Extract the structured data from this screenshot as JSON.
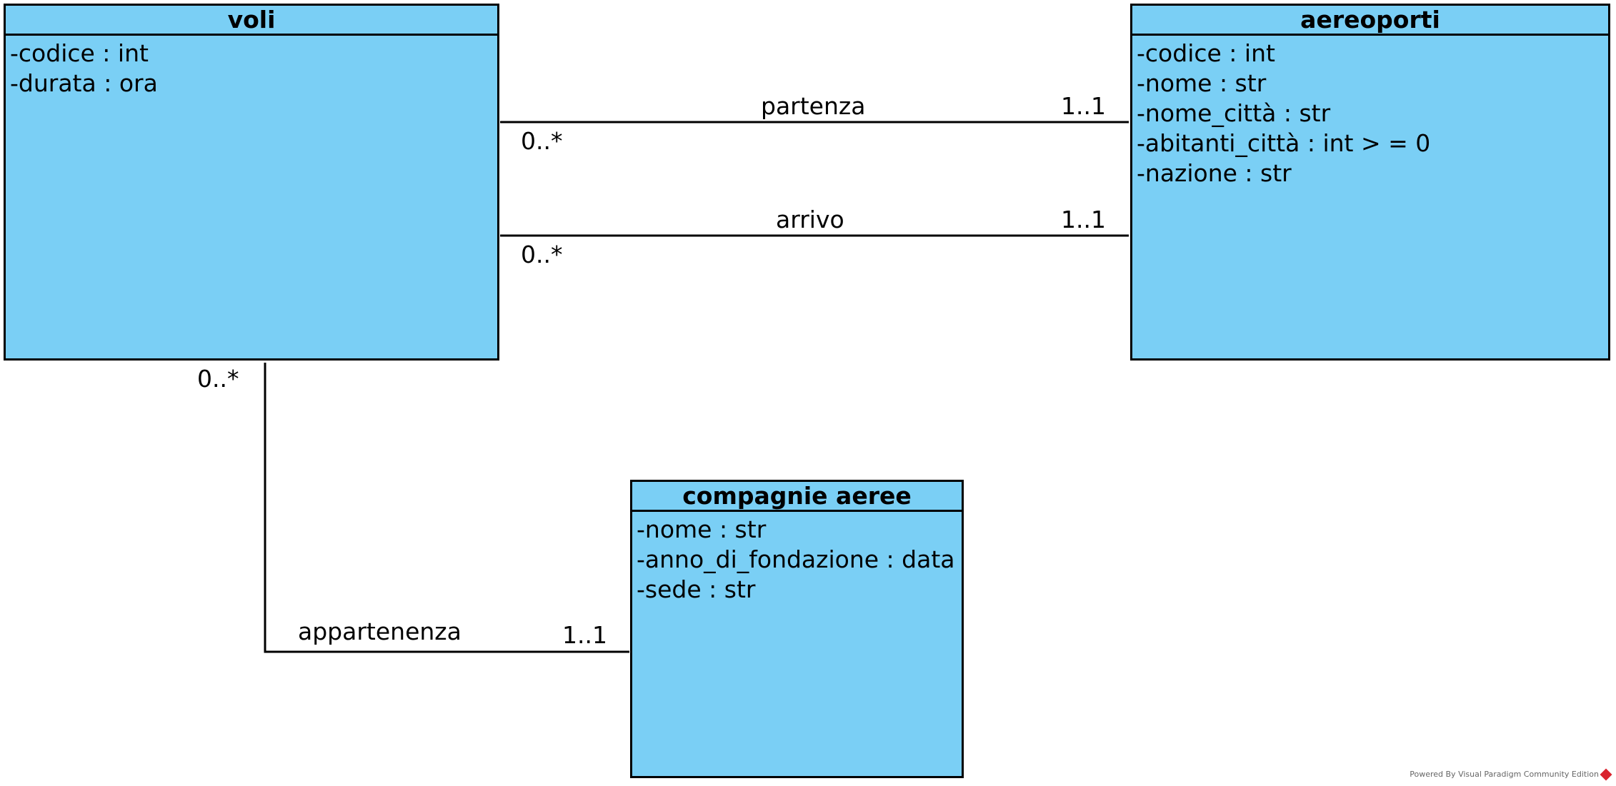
{
  "diagram": {
    "classes": {
      "voli": {
        "name": "voli",
        "attributes": [
          "-codice : int",
          "-durata : ora"
        ]
      },
      "aereoporti": {
        "name": "aereoporti",
        "attributes": [
          "-codice : int",
          "-nome : str",
          "-nome_città : str",
          "-abitanti_città : int > = 0",
          "-nazione : str"
        ]
      },
      "compagnie": {
        "name": "compagnie aeree",
        "attributes": [
          "-nome : str",
          "-anno_di_fondazione : data",
          "-sede : str"
        ]
      }
    },
    "associations": {
      "partenza": {
        "name": "partenza",
        "source_multiplicity": "0..*",
        "target_multiplicity": "1..1"
      },
      "arrivo": {
        "name": "arrivo",
        "source_multiplicity": "0..*",
        "target_multiplicity": "1..1"
      },
      "appartenenza": {
        "name": "appartenenza",
        "source_multiplicity": "0..*",
        "target_multiplicity": "1..1"
      }
    },
    "fill_color": "#7ACFF5",
    "watermark": "Powered By Visual Paradigm Community Edition"
  }
}
